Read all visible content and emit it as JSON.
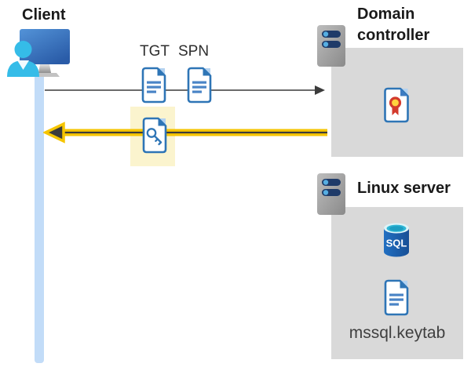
{
  "client": {
    "label": "Client"
  },
  "flows": {
    "tgt_label": "TGT",
    "spn_label": "SPN"
  },
  "domain_controller": {
    "label": "Domain controller"
  },
  "linux_server": {
    "label": "Linux server",
    "sql_badge": "SQL",
    "keytab_label": "mssql.keytab"
  },
  "icons": {
    "client": "user-at-monitor-icon",
    "domain_controller": "server-icon",
    "linux_server": "server-icon",
    "tgt": "document-icon",
    "spn": "document-icon",
    "service_ticket": "key-document-icon",
    "certificate": "certificate-icon",
    "database": "sql-database-icon",
    "keytab_file": "document-icon"
  },
  "colors": {
    "accent_blue": "#2E75B6",
    "doc_line_blue": "#4A84C6",
    "fold_light_blue": "#B3D2F0",
    "person_cyan": "#35BCE8",
    "lifeline_blue": "#C2DCF8",
    "box_gray": "#D9D9D9",
    "highlight_yellow": "#FBF4CE",
    "arrow_yellow": "#F6C500",
    "arrow_gray": "#6B6B6B",
    "arrow_dark": "#3C3C3C",
    "server_navy": "#1F3B69",
    "server_dot_blue": "#56AEE2",
    "sql_blue": "#1E63B2",
    "sql_teal": "#30B7D6",
    "cert_red": "#D33A2C",
    "cert_gold": "#FFD33E"
  }
}
